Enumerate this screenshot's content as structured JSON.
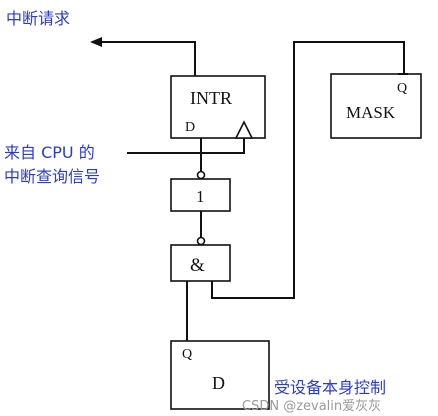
{
  "diagram": {
    "interrupt_request_label": "中断请求",
    "cpu_query_label_line1": "来自 CPU 的",
    "cpu_query_label_line2": "中断查询信号",
    "intr_box_label": "INTR",
    "intr_d_pin": "D",
    "mask_box_label": "MASK",
    "mask_q_bar_pin": "Q",
    "inverter_label": "1",
    "and_gate_label": "&",
    "device_d_box_label": "D",
    "device_q_pin": "Q",
    "device_control_label": "受设备本身控制",
    "watermark": "CSDN @zevalin爱灰灰"
  },
  "colors": {
    "annotation": "#2a3cd0",
    "lines": "#111111",
    "watermark": "#9a9a9a"
  }
}
